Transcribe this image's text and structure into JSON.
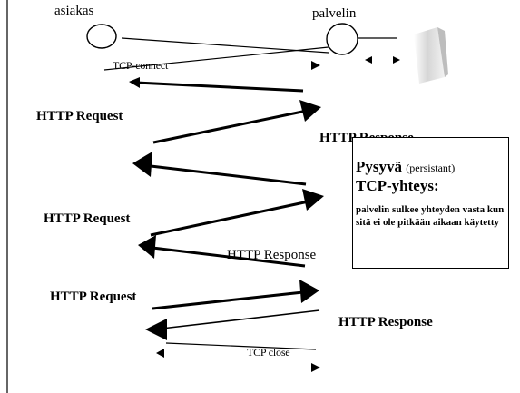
{
  "diagram": {
    "client_label": "asiakas",
    "server_label": "palvelin",
    "tcp_connect_label": "TCP-connect",
    "tcp_close_label": "TCP close",
    "request_label_1": "HTTP Request",
    "response_label_1": "HTTP Response",
    "request_label_2": "HTTP Request",
    "response_label_2": "HTTP Response",
    "request_label_3": "HTTP Request",
    "response_label_3": "HTTP Response"
  },
  "note": {
    "title": "Pysyvä",
    "title_aside": "(persistant)",
    "subtitle": "TCP-yhteys:",
    "body": "palvelin sulkee yhteyden vasta kun sitä ei ole pitkään aikaan käytetty"
  },
  "colors": {
    "ink": "#000000",
    "background": "#ffffff",
    "server_shade": "#c8c8c8"
  },
  "icons": {
    "server": "server-box-icon"
  }
}
